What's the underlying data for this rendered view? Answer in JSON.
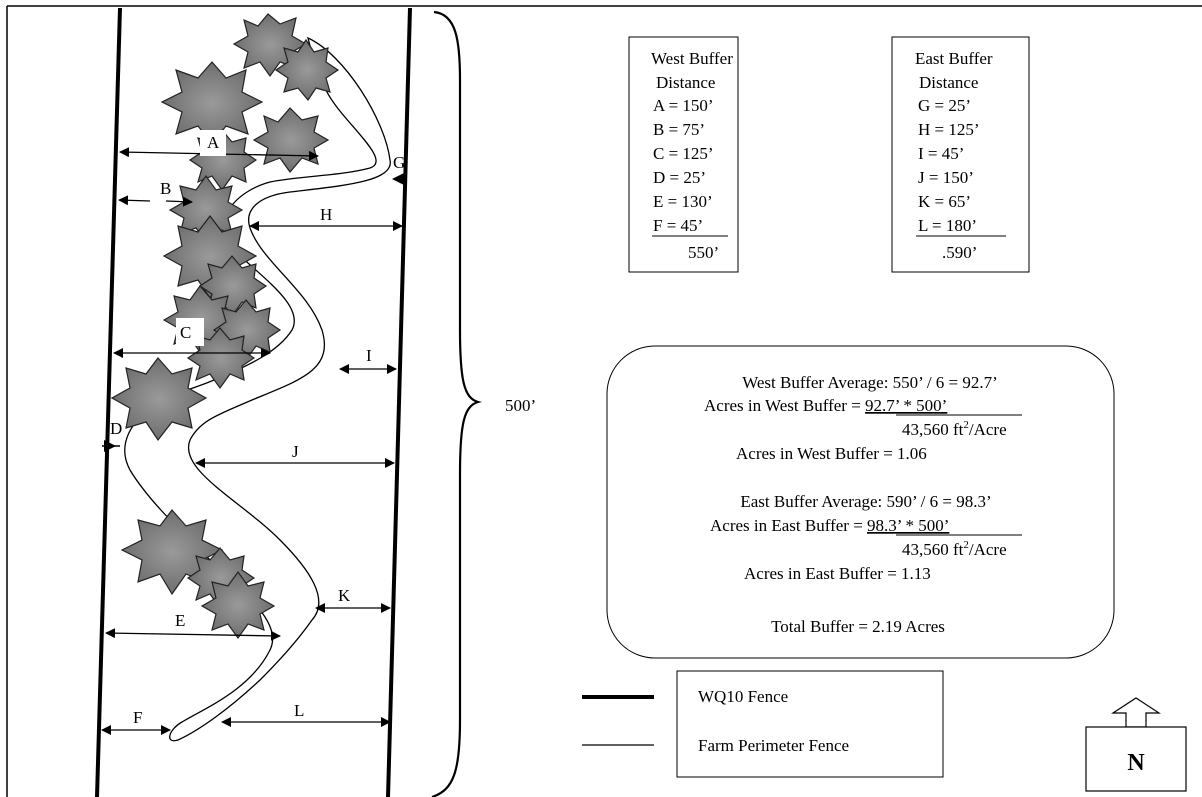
{
  "labels": {
    "A": "A",
    "B": "B",
    "C": "C",
    "D": "D",
    "E": "E",
    "F": "F",
    "G": "G",
    "H": "H",
    "I": "I",
    "J": "J",
    "K": "K",
    "L": "L"
  },
  "length_label": "500’",
  "west_box": {
    "title_line1": "West Buffer",
    "title_line2": "Distance",
    "rows": [
      "A = 150’",
      "B = 75’",
      "C = 125’",
      "D = 25’",
      "E = 130’",
      "F = 45’"
    ],
    "total": "550’"
  },
  "east_box": {
    "title_line1": "East Buffer",
    "title_line2": "Distance",
    "rows": [
      "G = 25’",
      "H = 125’",
      "I = 45’",
      "J = 150’",
      "K = 65’",
      "L = 180’"
    ],
    "total": ".590’"
  },
  "calc": {
    "west_average": "West Buffer Average: 550’ / 6 = 92.7’",
    "west_acres_prefix": "Acres in West Buffer = ",
    "west_acres_numerator": "92.7’ * 500’",
    "west_denominator_value": "43,560 ft",
    "west_denominator_exp": "2",
    "west_denominator_unit": "/Acre",
    "west_result": "Acres in West Buffer = 1.06",
    "east_average": "East Buffer Average: 590’ / 6 = 98.3’",
    "east_acres_prefix": "Acres in East Buffer = ",
    "east_acres_numerator": "98.3’ * 500’",
    "east_denominator_value": "43,560 ft",
    "east_denominator_exp": "2",
    "east_denominator_unit": "/Acre",
    "east_result": "Acres in East Buffer = 1.13",
    "total": "Total Buffer = 2.19 Acres"
  },
  "legend": {
    "wq10": "WQ10 Fence",
    "farm": "Farm Perimeter Fence"
  },
  "north": "N"
}
